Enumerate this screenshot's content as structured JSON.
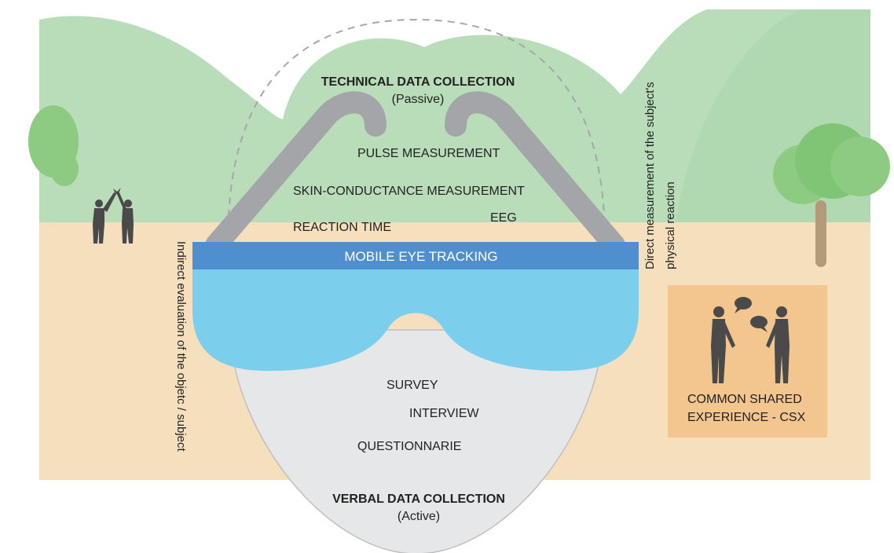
{
  "technical": {
    "title": "TECHNICAL DATA COLLECTION",
    "subtitle": "(Passive)",
    "items": [
      "PULSE  MEASUREMENT",
      "SKIN-CONDUCTANCE  MEASUREMENT",
      "REACTION  TIME",
      "EEG"
    ]
  },
  "eye_tracking": "MOBILE EYE TRACKING",
  "verbal": {
    "title": "VERBAL DATA COLLECTION",
    "subtitle": "(Active)",
    "items": [
      "SURVEY",
      "INTERVIEW",
      "QUESTIONNARIE"
    ]
  },
  "left_axis": "Indirect evaluation of the objetc / subject",
  "right_axis": {
    "line1": "Direct measurement of the subject's",
    "line2": "physical reaction"
  },
  "csx": {
    "line1": "COMMON SHARED",
    "line2": "EXPERIENCE  -  CSX"
  },
  "colors": {
    "hills": "#b9ddb8",
    "ground": "#f6dfbc",
    "glasses_frame": "#a3a5a8",
    "lens": "#7ccfec",
    "band": "#4f8fd0",
    "face": "#e6e7e8",
    "csx_box": "#f3c58f",
    "figure": "#4a4a4a"
  }
}
